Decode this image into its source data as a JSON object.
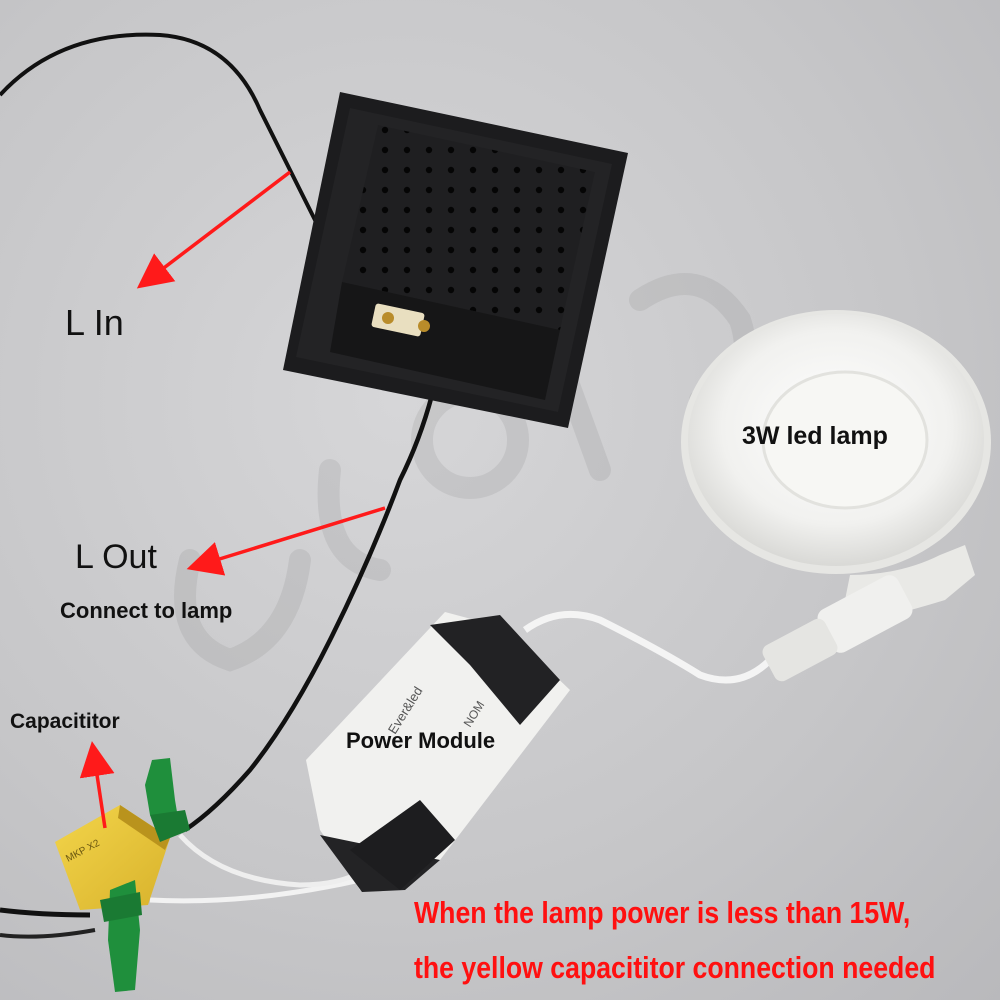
{
  "labels": {
    "l_in": "L In",
    "l_out": "L Out",
    "connect_to_lamp": "Connect to lamp",
    "capacitor": "Capacititor",
    "power_module": "Power Module",
    "led_lamp": "3W led lamp"
  },
  "note": {
    "line1": "When the lamp power is less than 15W,",
    "line2": "the yellow capacititor  connection needed"
  },
  "module_print": {
    "brand": "Ever&led",
    "nom": "NOM"
  },
  "colors": {
    "background": "#c9c9cb",
    "arrow": "#ff1a1a",
    "note_text": "#ff1010",
    "switch_body": "#1c1c1e",
    "capacitor": "#e8c63a",
    "connector": "#1f8f3c",
    "lamp": "#f4f4f2",
    "wire_black": "#111111",
    "wire_white": "#f2f2f2"
  }
}
